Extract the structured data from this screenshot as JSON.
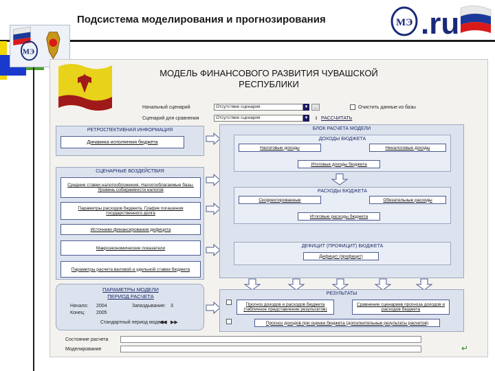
{
  "slide": {
    "title": "Подсистема моделирования и прогнозирования",
    "logo_text": ".ru"
  },
  "app": {
    "main_title": "МОДЕЛЬ ФИНАНСОВОГО РАЗВИТИЯ ЧУВАШСКОЙ РЕСПУБЛИКИ",
    "base_scenario_label": "Начальный сценарий",
    "base_scenario_value": "Отсутствие сценария",
    "compare_scenario_label": "Сценарий для сравнения",
    "compare_scenario_value": "Отсутствие сценария",
    "browse_label": "...",
    "clear_db_label": "Очистить данные из базы",
    "calculate_label": "РАССЧИТАТЬ",
    "retro_header": "РЕТРОСПЕКТИВНАЯ ИНФОРМАЦИЯ",
    "retro_item": "Динамика исполнения бюджета",
    "scenario_header": "СЦЕНАРНЫЕ ВОЗДЕЙСТВИЯ",
    "scenario_items": [
      "Средние ставки налогообложения. Налогооблагаемые базы. Уровень собираемости налогов",
      "Параметры расходов бюджета. График погашения государственного долга",
      "Источники финансирования дефицита",
      "Макроэкономические показатели",
      "Параметры расчета валовой и удельной ставки бюджета"
    ],
    "block_header": "БЛОК РАСЧЕТА МОДЕЛИ",
    "income_header": "ДОХОДЫ БЮДЖЕТА",
    "tax_income": "Налоговые доходы",
    "nontax_income": "Неналоговые доходы",
    "income_total": "Итоговые доходы бюджета",
    "expense_header": "РАСХОДЫ БЮДЖЕТА",
    "expense_left": "Скорректированные",
    "expense_right": "Обязательные расходы",
    "expense_total": "Итоговые расходы бюджета",
    "deficit_header": "ДЕФИЦИТ (ПРОФИЦИТ) БЮДЖЕТА",
    "deficit_item": "Дефицит (профицит)",
    "params_header": "ПАРАМЕТРЫ МОДЕЛИ",
    "period_header": "ПЕРИОД РАСЧЕТА",
    "start_label": "Начало:",
    "start_value": "2004",
    "end_label": "Конец:",
    "end_value": "2005",
    "lag_label": "Запаздывание:",
    "lag_value": "3",
    "period_nav_label": "Стандартный период модели",
    "results_header": "РЕЗУЛЬТАТЫ",
    "results_items": [
      "Прогноз доходов и расходов бюджета (табличное представление результатов)",
      "Сравнение сценариев прогноза доходов и расходов бюджета",
      "Прогноз доходов при оценке бюджета (дополнительные результаты расчетов)"
    ],
    "status_calc_label": "Состояние расчета",
    "status_model_label": "Моделирование"
  }
}
